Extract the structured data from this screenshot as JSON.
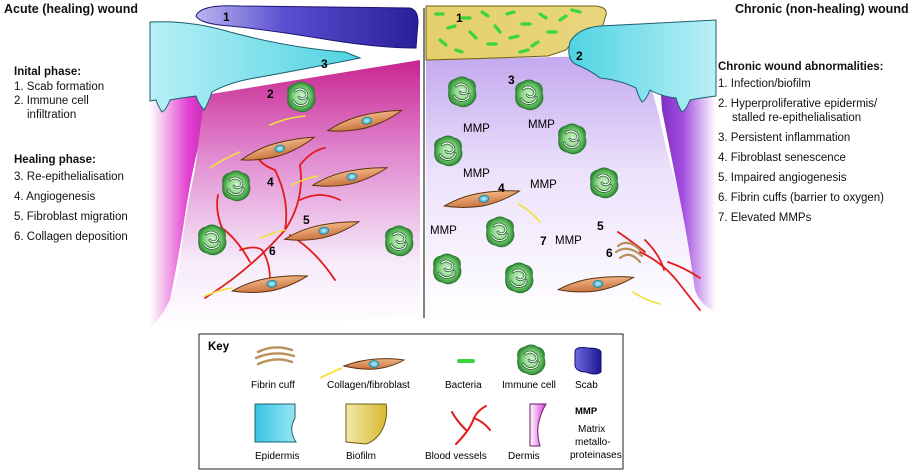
{
  "titles": {
    "acute": "Acute (healing) wound",
    "chronic": "Chronic (non-healing) wound"
  },
  "left_panel": {
    "initial_heading": "Inital phase:",
    "initial_items": [
      "1. Scab formation",
      "2. Immune cell",
      "infiltration"
    ],
    "healing_heading": "Healing phase:",
    "healing_items": [
      "3. Re-epithelialisation",
      "4. Angiogenesis",
      "5. Fibroblast migration",
      "6. Collagen deposition"
    ]
  },
  "right_panel": {
    "heading": "Chronic wound abnormalities:",
    "items": [
      "1. Infection/biofilm",
      "2. Hyperproliferative epidermis/",
      "stalled re-epithelialisation",
      "3. Persistent inflammation",
      "4. Fibroblast senescence",
      "5. Impaired angiogenesis",
      "6. Fibrin cuffs (barrier to oxygen)",
      "7. Elevated MMPs"
    ]
  },
  "diagram_labels": {
    "acute": [
      "1",
      "2",
      "3",
      "4",
      "5",
      "6"
    ],
    "chronic": [
      "1",
      "2",
      "3",
      "4",
      "5",
      "6",
      "7"
    ],
    "mmp": "MMP"
  },
  "key": {
    "title": "Key",
    "fibrin_cuff": "Fibrin cuff",
    "collagen_fibroblast": "Collagen/fibroblast",
    "bacteria": "Bacteria",
    "immune_cell": "Immune cell",
    "scab": "Scab",
    "epidermis": "Epidermis",
    "biofilm": "Biofilm",
    "blood_vessels": "Blood vessels",
    "dermis": "Dermis",
    "mmp_symbol": "MMP",
    "mmp_desc_1": "Matrix",
    "mmp_desc_2": "metallo-",
    "mmp_desc_3": "proteinases"
  },
  "colors": {
    "scab": "#3a2fb0",
    "epidermis": "#6fdde8",
    "biofilm": "#e3cf6a",
    "bacteria": "#38d63a",
    "dermis_magenta": "#e23fd0",
    "dermis_purple": "#a24ce0",
    "vessel": "#e21b1b",
    "fibroblast": "#e0905a",
    "immune": "#3da845"
  }
}
